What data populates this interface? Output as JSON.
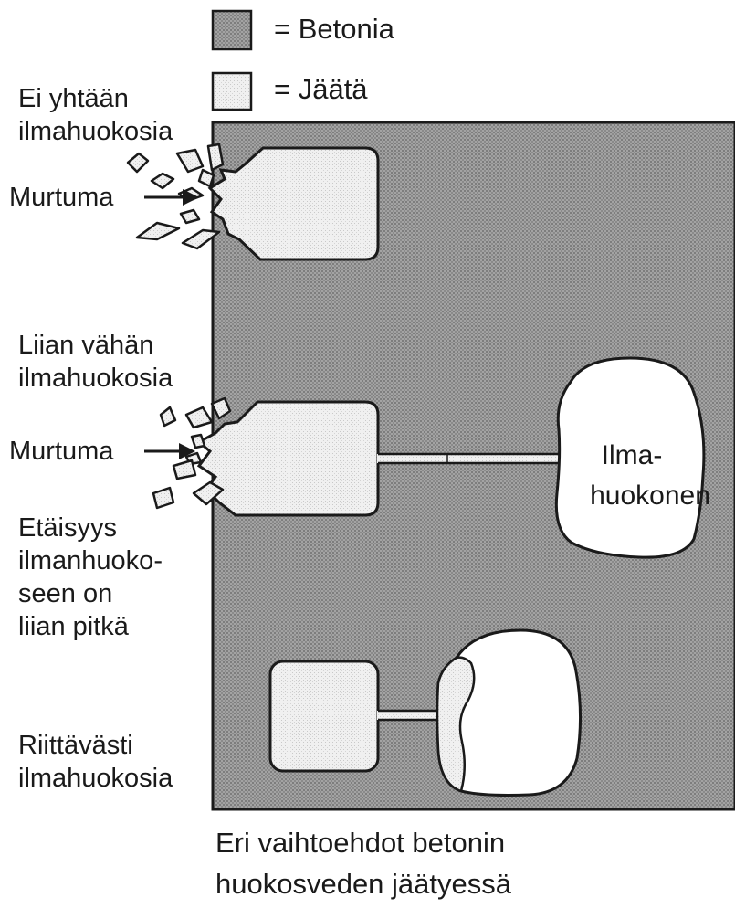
{
  "legend": {
    "concrete": "= Betonia",
    "ice": "= Jäätä"
  },
  "cases": {
    "no_air_pores": {
      "label_line1": "Ei yhtään",
      "label_line2": "ilmahuokosia",
      "fracture": "Murtuma"
    },
    "too_few_air_pores": {
      "label_line1": "Liian vähän",
      "label_line2": "ilmahuokosia",
      "fracture": "Murtuma",
      "distance_line1": "Etäisyys",
      "distance_line2": "ilmanhuoko-",
      "distance_line3": "seen on",
      "distance_line4": "liian pitkä"
    },
    "enough_air_pores": {
      "label_line1": "Riittävästi",
      "label_line2": "ilmahuokosia"
    }
  },
  "air_pore": {
    "line1": "Ilma-",
    "line2": "huokonen"
  },
  "caption": {
    "line1": "Eri vaihtoehdot betonin",
    "line2": "huokosveden jäätyessä"
  },
  "colors": {
    "concrete_fill": "#9a9a9a",
    "ice_fill": "#ececec",
    "outline": "#1a1a1a"
  }
}
